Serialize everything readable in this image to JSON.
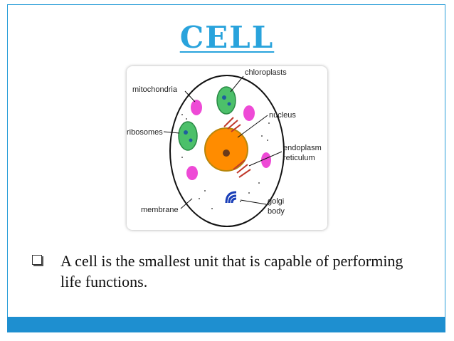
{
  "slide": {
    "title": "CELL",
    "bullet": "A cell is the smallest unit that is capable of performing life functions."
  },
  "diagram": {
    "labels": {
      "chloroplasts": "chloroplasts",
      "mitochondria": "mitochondria",
      "nucleus": "nucleus",
      "ribosomes": "ribosomes",
      "endoplasm": "endoplasm",
      "reticulum": "reticulum",
      "membrane": "membrane",
      "golgi": "golgi",
      "body": "body"
    }
  },
  "colors": {
    "accent": "#29a3dc",
    "bar": "#1e8fd0",
    "nucleus": "#ff8c00",
    "chloroplast": "#3cb371",
    "mitochondria": "#e040c8"
  }
}
